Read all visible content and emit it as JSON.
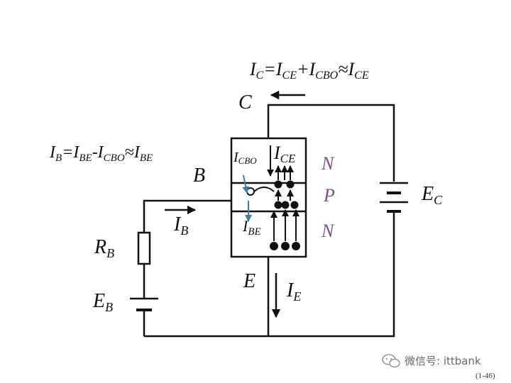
{
  "labels": {
    "ic_I": "I",
    "ic_sub_C": "C",
    "ic_eq1": "=I",
    "ic_sub_CE1": "CE",
    "ic_plus": "+I",
    "ic_sub_CBO": "CBO",
    "ic_approx": "≈I",
    "ic_sub_CE2": "CE",
    "ib_I": "I",
    "ib_sub_B": "B",
    "ib_eq1": "=I",
    "ib_sub_BE1": "BE",
    "ib_minus": "-I",
    "ib_sub_CBO": "CBO",
    "ib_approx": "≈I",
    "ib_sub_BE2": "BE",
    "collector": "C",
    "base": "B",
    "emitter": "E",
    "icbo_I": "I",
    "icbo_sub": "CBO",
    "ice_I": "I",
    "ice_sub": "CE",
    "ibe_I": "I",
    "ibe_sub": "BE",
    "ibw_I": "I",
    "ibw_sub": "B",
    "ie_I": "I",
    "ie_sub": "E",
    "ec_E": "E",
    "ec_sub": "C",
    "rb_R": "R",
    "rb_sub": "B",
    "eb_E": "E",
    "eb_sub": "B",
    "region_top": "N",
    "region_mid": "P",
    "region_bot": "N"
  },
  "watermark": {
    "text": "微信号: ittbank",
    "icon": "wechat-icon"
  },
  "page_number": "(1-46)",
  "colors": {
    "line": "#111111",
    "region": "#7a4f8c",
    "current_blue": "#3e7fa0"
  }
}
